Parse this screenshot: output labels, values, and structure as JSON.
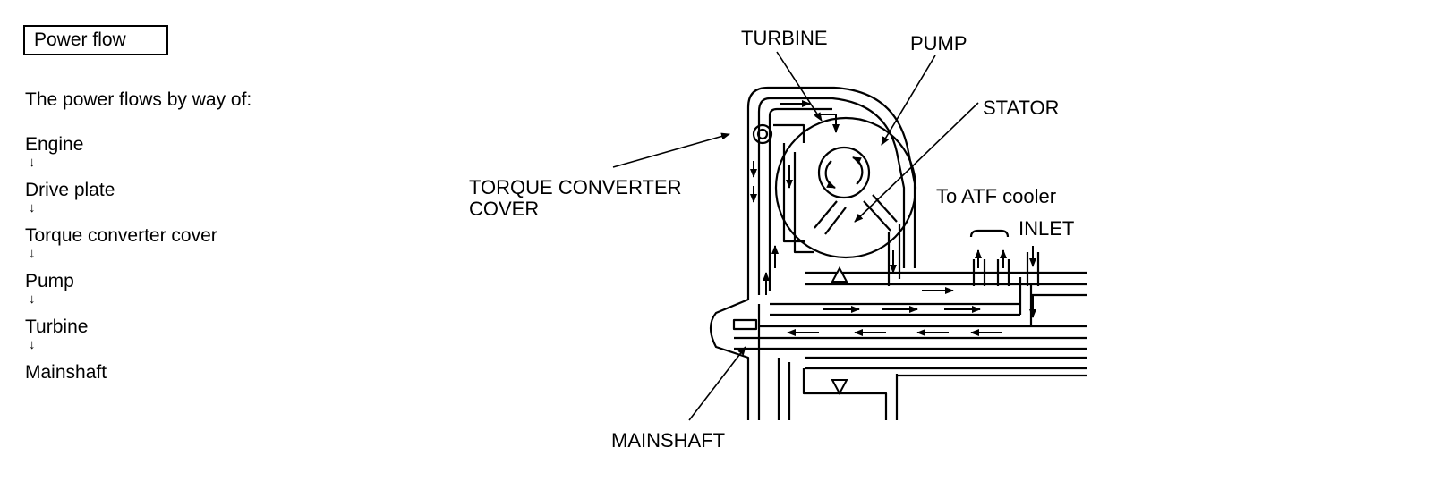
{
  "section": {
    "title": "Power flow",
    "intro": "The power flows by way of:",
    "flow_steps": [
      "Engine",
      "Drive plate",
      "Torque converter cover",
      "Pump",
      "Turbine",
      "Mainshaft"
    ],
    "arrow_glyph": "↓"
  },
  "diagram": {
    "labels": {
      "turbine": "TURBINE",
      "pump": "PUMP",
      "stator": "STATOR",
      "torque_converter_cover_line1": "TORQUE CONVERTER",
      "torque_converter_cover_line2": "COVER",
      "to_atf_cooler": "To ATF cooler",
      "inlet": "INLET",
      "mainshaft": "MAINSHAFT"
    },
    "colors": {
      "ink": "#000000",
      "background": "#ffffff"
    }
  }
}
